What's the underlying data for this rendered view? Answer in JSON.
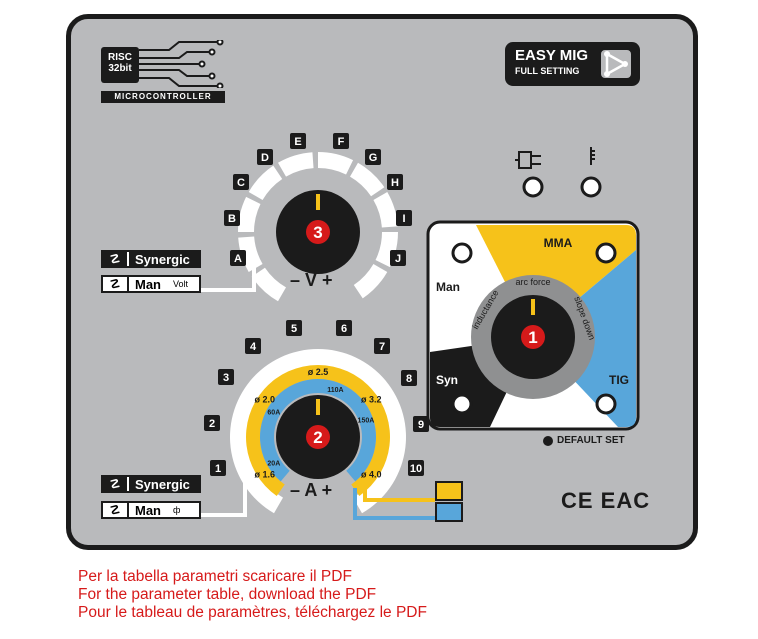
{
  "colors": {
    "panel": "#b9babc",
    "yellow": "#f6c21a",
    "blue": "#58a6da",
    "red": "#d61a1a",
    "black": "#1b1b1b"
  },
  "branding": {
    "risc_line1": "RISC",
    "risc_line2": "32bit",
    "microcontroller": "MICROCONTROLLER",
    "easy_mig_line1": "EASY MIG",
    "easy_mig_line2": "FULL SETTING"
  },
  "voltage_knob": {
    "number": "3",
    "axis_label": "– V +",
    "scale": [
      "A",
      "B",
      "C",
      "D",
      "E",
      "F",
      "G",
      "H",
      "I",
      "J"
    ],
    "synergic_label": "Synergic",
    "man_label": "Man",
    "man_sub": "Volt"
  },
  "current_knob": {
    "number": "2",
    "axis_label": "– A +",
    "scale": [
      "1",
      "2",
      "3",
      "4",
      "5",
      "6",
      "7",
      "8",
      "9",
      "10"
    ],
    "wire_diameters": [
      "ø 1.6",
      "ø 2.0",
      "ø 2.5",
      "ø 3.2",
      "ø 4.0"
    ],
    "amps": [
      "20A",
      "60A",
      "110A",
      "150A"
    ],
    "synergic_label": "Synergic",
    "man_label": "Man",
    "man_sub": "ф"
  },
  "mode_knob": {
    "number": "1",
    "modes": {
      "man": "Man",
      "mma": "MMA",
      "syn": "Syn",
      "tig": "TIG"
    },
    "functions": {
      "inductance": "inductance",
      "arc_force": "arc force",
      "slope_down": "slope down"
    },
    "default_set": "DEFAULT SET"
  },
  "indicators": {
    "power": "power-plug-icon",
    "thermal": "thermometer-icon"
  },
  "certifications": "CE  EAC",
  "footer": [
    "Per la tabella parametri scaricare il PDF",
    "For the parameter table, download the PDF",
    "Pour le tableau de paramètres, téléchargez le PDF"
  ]
}
